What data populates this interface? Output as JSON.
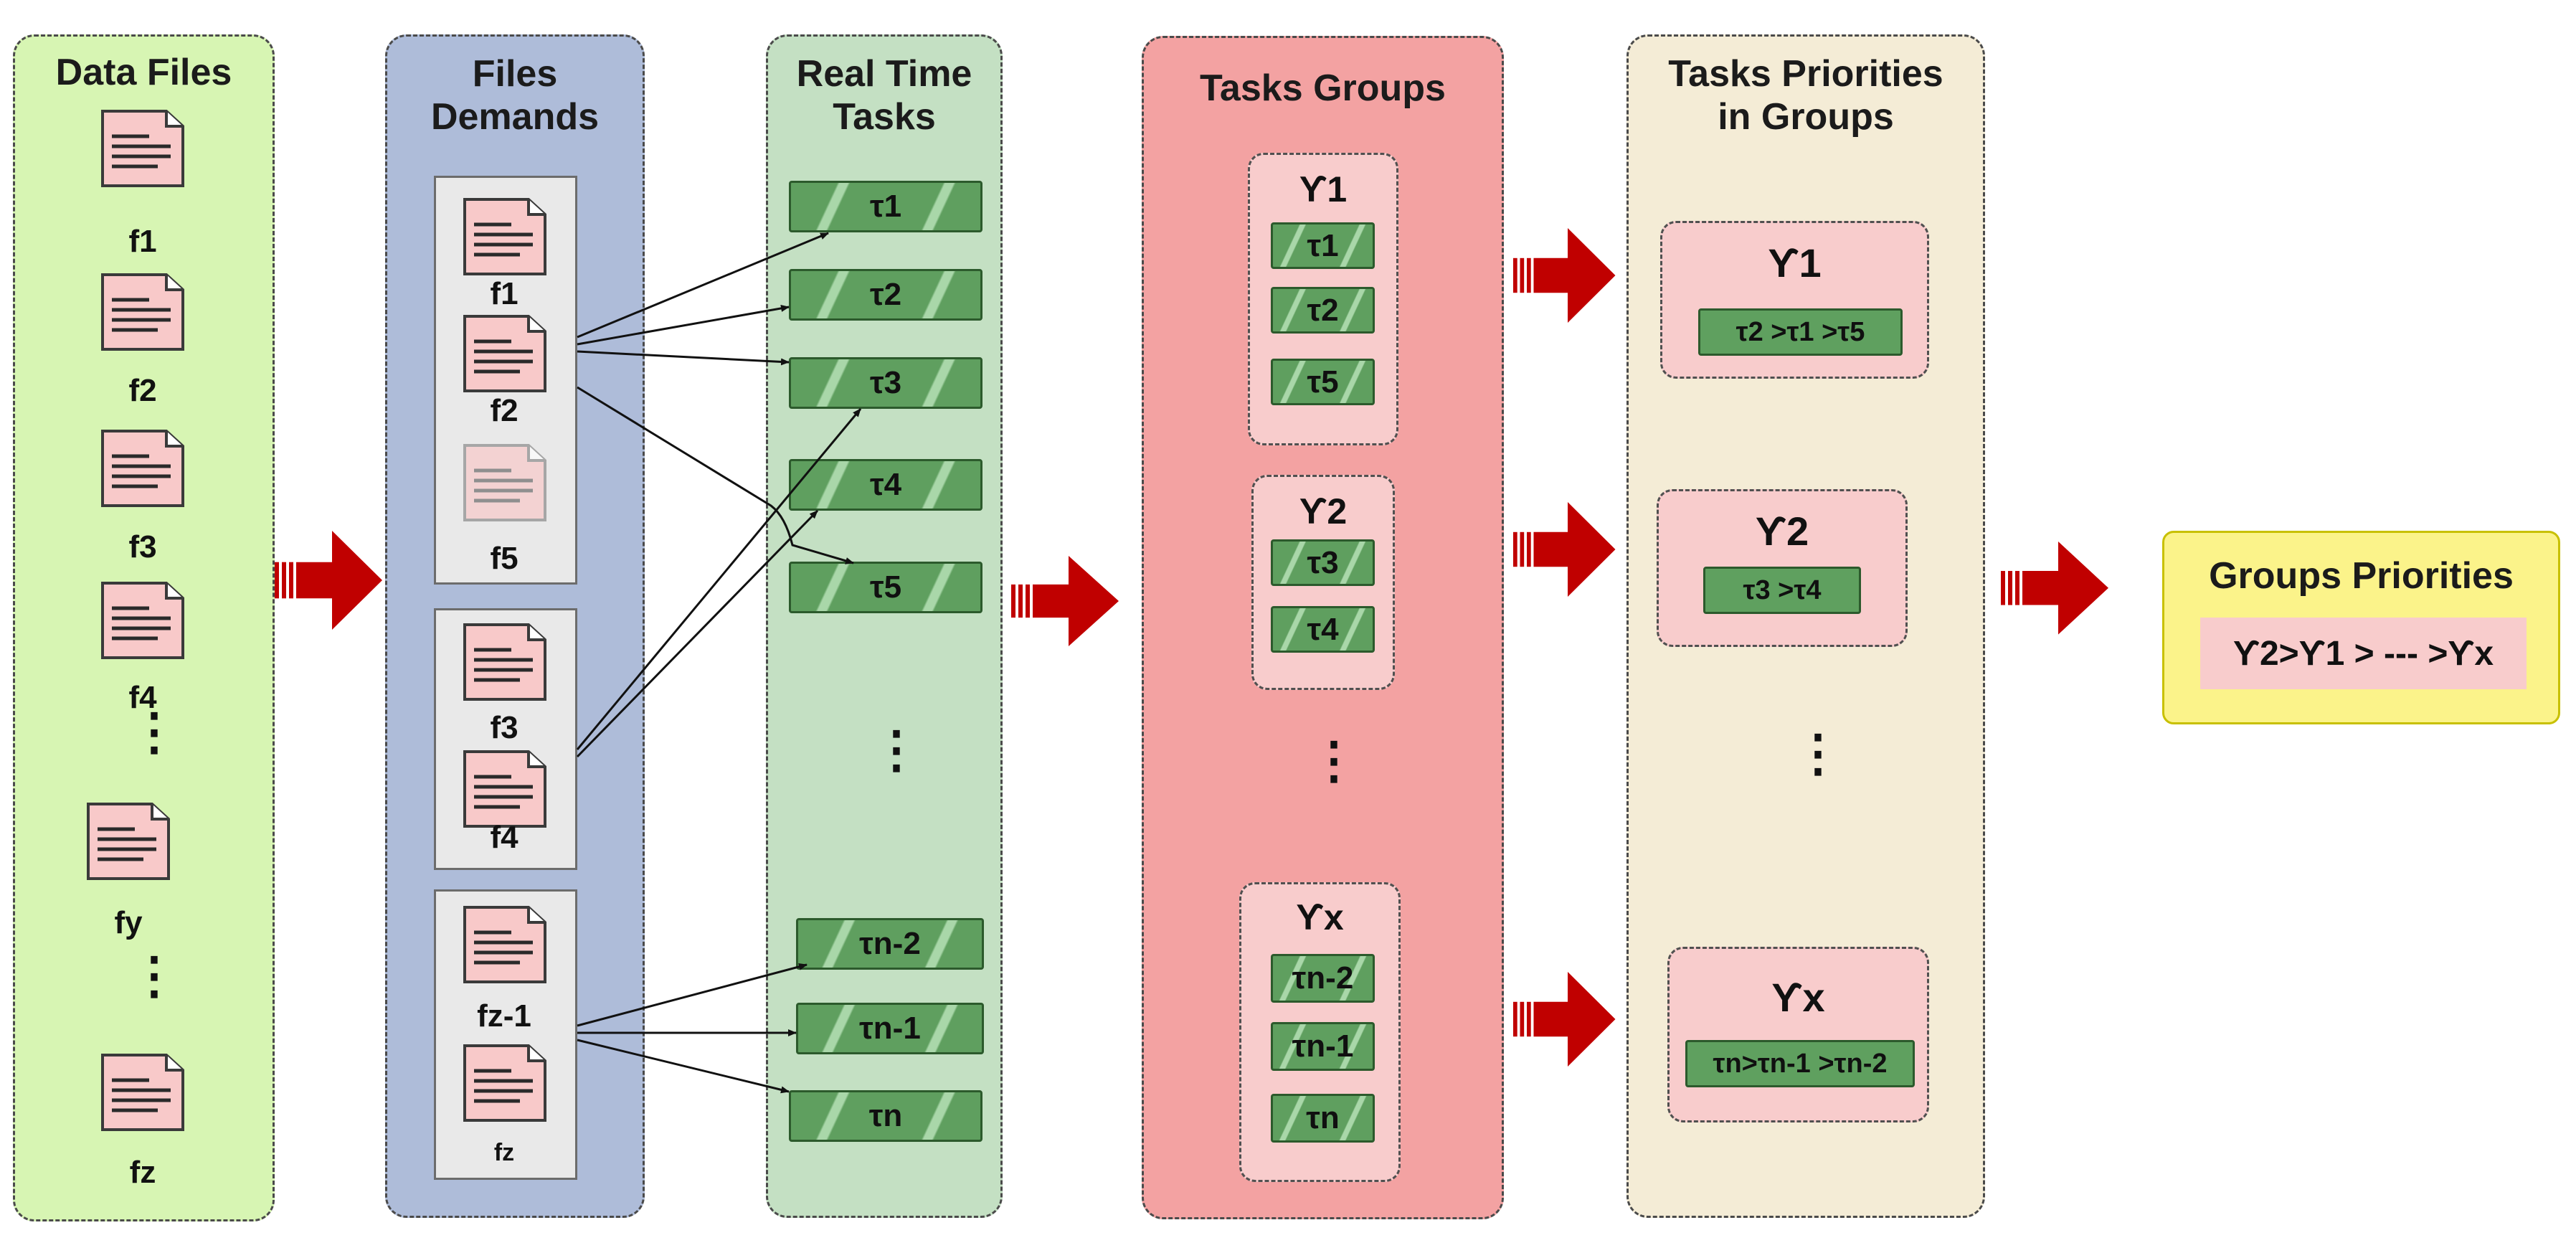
{
  "columns": {
    "data_files": {
      "title": "Data Files",
      "files": [
        "f1",
        "f2",
        "f3",
        "f4",
        "fy",
        "fz"
      ]
    },
    "files_demands": {
      "title": "Files\nDemands",
      "group1": [
        "f1",
        "f2",
        "f5"
      ],
      "group2": [
        "f3",
        "f4"
      ],
      "group3": [
        "fz-1",
        "fz"
      ]
    },
    "real_time_tasks": {
      "title": "Real Time\nTasks",
      "tasks": [
        "τ1",
        "τ2",
        "τ3",
        "τ4",
        "τ5",
        "τn-2",
        "τn-1",
        "τn"
      ]
    },
    "tasks_groups": {
      "title": "Tasks Groups",
      "groups": [
        {
          "name": "ϒ1",
          "tasks": [
            "τ1",
            "τ2",
            "τ5"
          ]
        },
        {
          "name": "ϒ2",
          "tasks": [
            "τ3",
            "τ4"
          ]
        },
        {
          "name": "ϒx",
          "tasks": [
            "τn-2",
            "τn-1",
            "τn"
          ]
        }
      ]
    },
    "tasks_priorities": {
      "title": "Tasks Priorities\nin Groups",
      "groups": [
        {
          "name": "ϒ1",
          "order": "τ2 >τ1 >τ5"
        },
        {
          "name": "ϒ2",
          "order": "τ3 >τ4"
        },
        {
          "name": "ϒx",
          "order": "τn>τn-1 >τn-2"
        }
      ]
    },
    "groups_priorities": {
      "title": "Groups Priorities",
      "order": "ϒ2>ϒ1 > --- >ϒx"
    }
  },
  "colors": {
    "data_files_bg": "#d7f5b3",
    "files_demands_bg": "#aebcd9",
    "real_time_tasks_bg": "#c4e0c3",
    "tasks_groups_bg": "#f3a2a2",
    "tasks_priorities_bg": "#f4ecd6",
    "groups_priorities_bg": "#fbf38a",
    "doc_fill": "#f8c9c9",
    "arrow_red": "#c00000"
  },
  "icons": {
    "document": "document-icon",
    "arrow": "block-arrow-icon"
  }
}
